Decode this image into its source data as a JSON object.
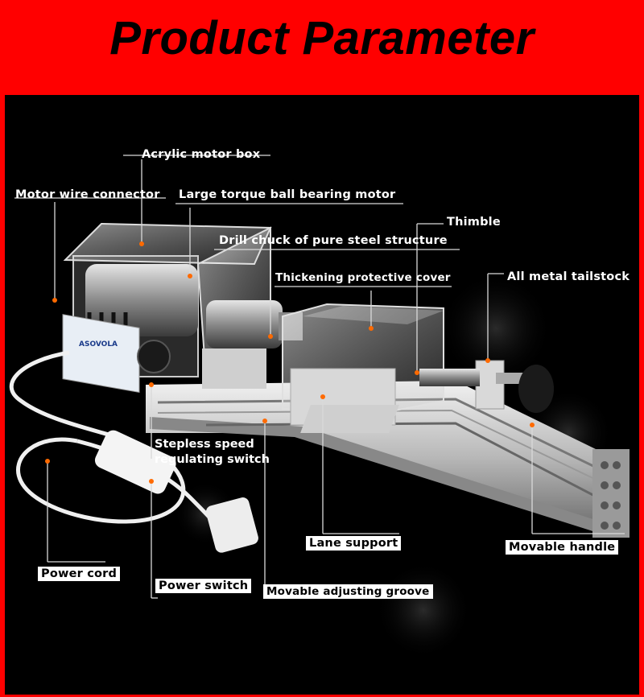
{
  "header": {
    "title": "Product Parameter"
  },
  "labels": {
    "acrylic_motor_box": "Acrylic motor box",
    "motor_wire_connector": "Motor wire connector",
    "large_torque_motor": "Large torque ball bearing motor",
    "thimble": "Thimble",
    "drill_chuck": "Drill chuck of pure steel structure",
    "thickening_cover": "Thickening protective cover",
    "metal_tailstock": "All metal tailstock",
    "stepless_speed_line1": "Stepless speed",
    "stepless_speed_line2": "regulating switch",
    "lane_support": "Lane support",
    "movable_handle": "Movable handle",
    "power_cord": "Power cord",
    "power_switch": "Power switch",
    "movable_groove": "Movable adjusting groove"
  },
  "device": {
    "badge_text": "ASOVOLA"
  },
  "colors": {
    "header_bg": "#ff0000",
    "panel_bg": "#000000",
    "label_text": "#ffffff",
    "leader_line": "#d9d9d9",
    "pointer_dot": "#ff6a00"
  }
}
